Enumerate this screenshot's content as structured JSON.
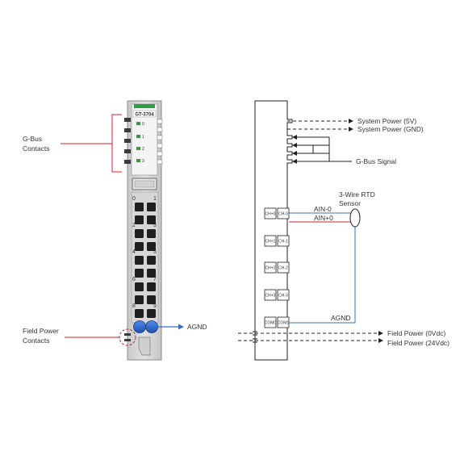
{
  "module": {
    "model": "GT-3704",
    "accent_color": "#2e9e44",
    "led_labels": [
      "0",
      "1",
      "2",
      "3"
    ],
    "terminal_labels_left": [
      "0",
      "2",
      "4",
      "6",
      "8"
    ],
    "terminal_labels_right": [
      "1",
      "3",
      "5",
      "7",
      "9"
    ]
  },
  "callouts": {
    "gbus_contacts": [
      "G-Bus",
      "Contacts"
    ],
    "field_power_contacts": [
      "Field Power",
      "Contacts"
    ],
    "agnd": "AGND"
  },
  "wiring": {
    "system_power_5v": "System Power (5V)",
    "system_power_gnd": "System Power (GND)",
    "gbus_signal": "G-Bus Signal",
    "rtd_sensor": [
      "3-Wire RTD",
      "Sensor"
    ],
    "ain_minus": "AIN-0",
    "ain_plus": "AIN+0",
    "agnd": "AGND",
    "field_power_0v": "Field Power (0Vdc)",
    "field_power_24v": "Field Power (24Vdc)",
    "terminals": [
      [
        "CH+0",
        "CH-0"
      ],
      [
        "CH+1",
        "CH-1"
      ],
      [
        "CH+2",
        "CH-2"
      ],
      [
        "CH+3",
        "CH-3"
      ],
      [
        "COM0",
        "COM1"
      ]
    ]
  },
  "colors": {
    "accent_green": "#2e9e44",
    "callout_red": "#d0202a",
    "wire_blue": "#3a6fb0",
    "wire_red": "#d0202a",
    "connector_blue": "#2f6fd0"
  }
}
